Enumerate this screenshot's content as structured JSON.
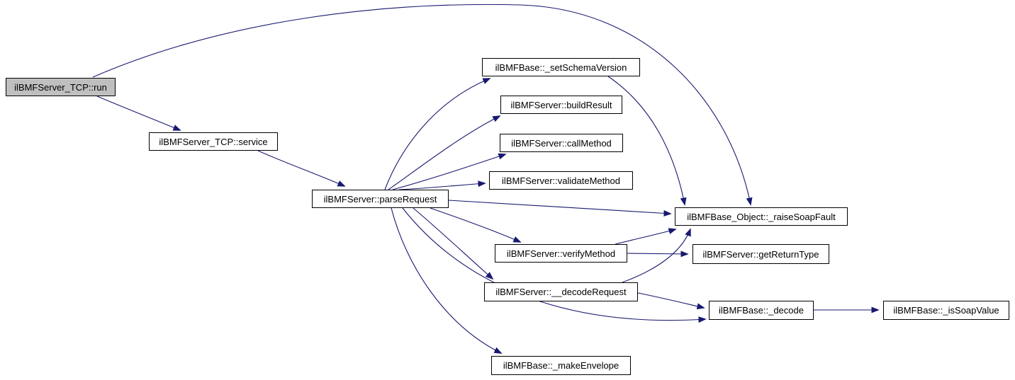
{
  "diagram": {
    "type": "call-graph",
    "background_color": "#ffffff",
    "edge_color": "#191970",
    "node_border_color": "#000000",
    "node_fill_color": "#ffffff",
    "highlighted_node_fill_color": "#bfbfbf",
    "nodes": [
      {
        "id": "run",
        "label": "ilBMFServer_TCP::run",
        "highlighted": true
      },
      {
        "id": "service",
        "label": "ilBMFServer_TCP::service",
        "highlighted": false
      },
      {
        "id": "parseRequest",
        "label": "ilBMFServer::parseRequest",
        "highlighted": false
      },
      {
        "id": "setSchemaVersion",
        "label": "ilBMFBase::_setSchemaVersion",
        "highlighted": false
      },
      {
        "id": "buildResult",
        "label": "ilBMFServer::buildResult",
        "highlighted": false
      },
      {
        "id": "callMethod",
        "label": "ilBMFServer::callMethod",
        "highlighted": false
      },
      {
        "id": "validateMethod",
        "label": "ilBMFServer::validateMethod",
        "highlighted": false
      },
      {
        "id": "raiseSoapFault",
        "label": "ilBMFBase_Object::_raiseSoapFault",
        "highlighted": false
      },
      {
        "id": "verifyMethod",
        "label": "ilBMFServer::verifyMethod",
        "highlighted": false
      },
      {
        "id": "getReturnType",
        "label": "ilBMFServer::getReturnType",
        "highlighted": false
      },
      {
        "id": "decodeRequest",
        "label": "ilBMFServer::__decodeRequest",
        "highlighted": false
      },
      {
        "id": "decode",
        "label": "ilBMFBase::_decode",
        "highlighted": false
      },
      {
        "id": "isSoapValue",
        "label": "ilBMFBase::_isSoapValue",
        "highlighted": false
      },
      {
        "id": "makeEnvelope",
        "label": "ilBMFBase::_makeEnvelope",
        "highlighted": false
      }
    ],
    "edges": [
      {
        "from": "run",
        "to": "service"
      },
      {
        "from": "run",
        "to": "raiseSoapFault"
      },
      {
        "from": "service",
        "to": "parseRequest"
      },
      {
        "from": "parseRequest",
        "to": "setSchemaVersion"
      },
      {
        "from": "parseRequest",
        "to": "buildResult"
      },
      {
        "from": "parseRequest",
        "to": "callMethod"
      },
      {
        "from": "parseRequest",
        "to": "validateMethod"
      },
      {
        "from": "parseRequest",
        "to": "raiseSoapFault"
      },
      {
        "from": "parseRequest",
        "to": "verifyMethod"
      },
      {
        "from": "parseRequest",
        "to": "decodeRequest"
      },
      {
        "from": "parseRequest",
        "to": "decode"
      },
      {
        "from": "parseRequest",
        "to": "makeEnvelope"
      },
      {
        "from": "setSchemaVersion",
        "to": "raiseSoapFault"
      },
      {
        "from": "verifyMethod",
        "to": "raiseSoapFault"
      },
      {
        "from": "verifyMethod",
        "to": "getReturnType"
      },
      {
        "from": "decodeRequest",
        "to": "raiseSoapFault"
      },
      {
        "from": "decodeRequest",
        "to": "decode"
      },
      {
        "from": "decode",
        "to": "isSoapValue"
      }
    ]
  }
}
